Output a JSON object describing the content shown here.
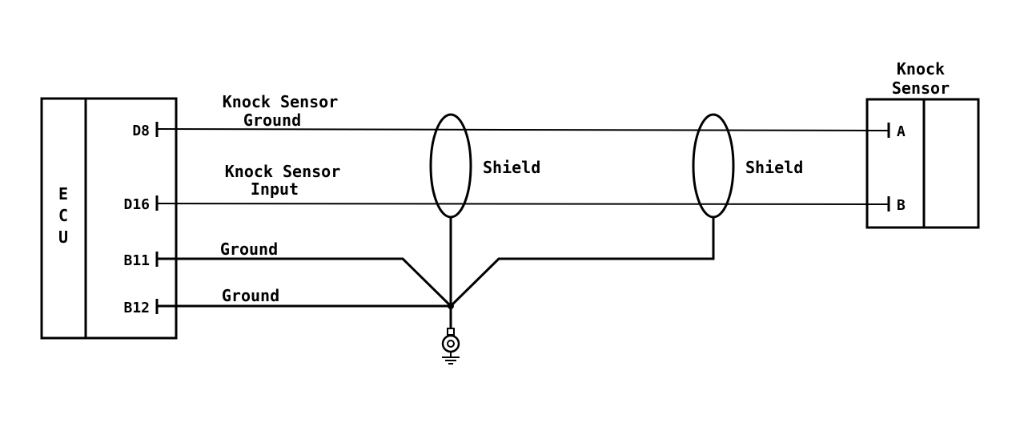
{
  "ecu": {
    "label_letters": [
      "E",
      "C",
      "U"
    ],
    "pins": [
      "D8",
      "D16",
      "B11",
      "B12"
    ]
  },
  "sensor": {
    "title_line1": "Knock",
    "title_line2": "Sensor",
    "pins": [
      "A",
      "B"
    ]
  },
  "wires": {
    "ground_signal_line1": "Knock Sensor",
    "ground_signal_line2": "Ground",
    "input_signal_line1": "Knock Sensor",
    "input_signal_line2": "Input",
    "ground_1": "Ground",
    "ground_2": "Ground"
  },
  "shields": [
    "Shield",
    "Shield"
  ]
}
